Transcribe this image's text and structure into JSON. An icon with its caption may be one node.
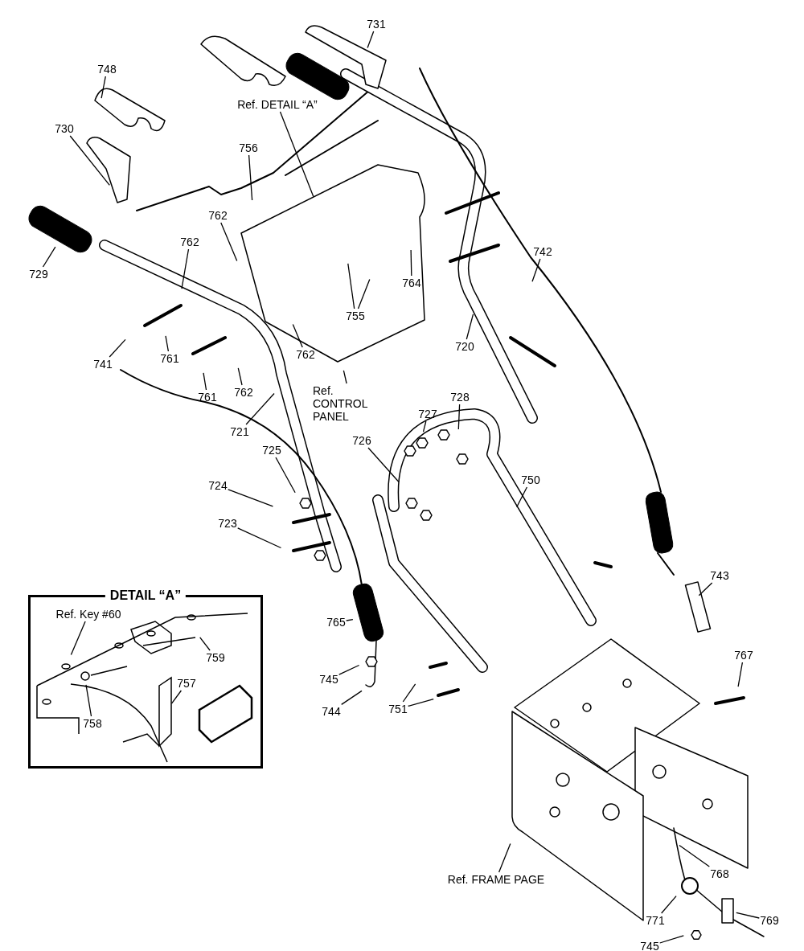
{
  "diagram": {
    "nodes": [
      {
        "text": [
          "731"
        ]
      },
      {
        "text": [
          "748"
        ]
      },
      {
        "text": [
          "Ref. DETAIL “A”"
        ]
      },
      {
        "text": [
          "730"
        ]
      },
      {
        "text": [
          "756"
        ]
      },
      {
        "text": [
          "762"
        ]
      },
      {
        "text": [
          "762"
        ]
      },
      {
        "text": [
          "729"
        ]
      },
      {
        "text": [
          "755"
        ]
      },
      {
        "text": [
          "764"
        ]
      },
      {
        "text": [
          "742"
        ]
      },
      {
        "text": [
          "720"
        ]
      },
      {
        "text": [
          "741"
        ]
      },
      {
        "text": [
          "761"
        ]
      },
      {
        "text": [
          "762"
        ]
      },
      {
        "text": [
          "761"
        ]
      },
      {
        "text": [
          "762"
        ]
      },
      {
        "text": [
          "Ref. CONTROL PANEL"
        ]
      },
      {
        "text": [
          "721"
        ]
      },
      {
        "text": [
          "728"
        ]
      },
      {
        "text": [
          "727"
        ]
      },
      {
        "text": [
          "726"
        ]
      },
      {
        "text": [
          "725"
        ]
      },
      {
        "text": [
          "750"
        ]
      },
      {
        "text": [
          "724"
        ]
      },
      {
        "text": [
          "723"
        ]
      },
      {
        "text": [
          "743"
        ]
      },
      {
        "text": [
          "DETAIL “A”"
        ]
      },
      {
        "text": [
          "Ref. Key #60"
        ],
        "in": 27
      },
      {
        "text": [
          "759"
        ],
        "in": 27
      },
      {
        "text": [
          "757"
        ],
        "in": 27
      },
      {
        "text": [
          "758"
        ],
        "in": 27
      },
      {
        "text": [
          "765"
        ]
      },
      {
        "text": [
          "745"
        ]
      },
      {
        "text": [
          "767"
        ]
      },
      {
        "text": [
          "744"
        ]
      },
      {
        "text": [
          "751"
        ]
      },
      {
        "text": [
          "Ref. FRAME PAGE"
        ]
      },
      {
        "text": [
          "768"
        ]
      },
      {
        "text": [
          "771"
        ]
      },
      {
        "text": [
          "769"
        ]
      },
      {
        "text": [
          "745"
        ]
      }
    ],
    "edges": [
      {
        "from": 0,
        "to": null,
        "arrow": "none"
      },
      {
        "from": 1,
        "to": null,
        "arrow": "none"
      },
      {
        "from": 2,
        "to": null,
        "arrow": "none"
      },
      {
        "from": 3,
        "to": null,
        "arrow": "none"
      },
      {
        "from": 4,
        "to": null,
        "arrow": "none"
      },
      {
        "from": 5,
        "to": null,
        "arrow": "none"
      },
      {
        "from": 6,
        "to": null,
        "arrow": "none"
      },
      {
        "from": 7,
        "to": null,
        "arrow": "none"
      },
      {
        "from": 8,
        "to": null,
        "arrow": "none"
      },
      {
        "from": 8,
        "to": null,
        "arrow": "none"
      },
      {
        "from": 9,
        "to": null,
        "arrow": "none"
      },
      {
        "from": 10,
        "to": null,
        "arrow": "none"
      },
      {
        "from": 11,
        "to": null,
        "arrow": "none"
      },
      {
        "from": 12,
        "to": null,
        "arrow": "none"
      },
      {
        "from": 13,
        "to": null,
        "arrow": "none"
      },
      {
        "from": 14,
        "to": null,
        "arrow": "none"
      },
      {
        "from": 15,
        "to": null,
        "arrow": "none"
      },
      {
        "from": 16,
        "to": null,
        "arrow": "none"
      },
      {
        "from": 17,
        "to": null,
        "arrow": "none"
      },
      {
        "from": 18,
        "to": null,
        "arrow": "none"
      },
      {
        "from": 19,
        "to": null,
        "arrow": "none"
      },
      {
        "from": 20,
        "to": null,
        "arrow": "none"
      },
      {
        "from": 21,
        "to": null,
        "arrow": "none"
      },
      {
        "from": 22,
        "to": null,
        "arrow": "none"
      },
      {
        "from": 23,
        "to": null,
        "arrow": "none"
      },
      {
        "from": 24,
        "to": null,
        "arrow": "none"
      },
      {
        "from": 25,
        "to": null,
        "arrow": "none"
      },
      {
        "from": 26,
        "to": null,
        "arrow": "none"
      },
      {
        "from": 28,
        "to": null,
        "arrow": "none"
      },
      {
        "from": 29,
        "to": null,
        "arrow": "none"
      },
      {
        "from": 30,
        "to": null,
        "arrow": "none"
      },
      {
        "from": 31,
        "to": null,
        "arrow": "none"
      },
      {
        "from": 32,
        "to": null,
        "arrow": "none"
      },
      {
        "from": 33,
        "to": null,
        "arrow": "none"
      },
      {
        "from": 34,
        "to": null,
        "arrow": "none"
      },
      {
        "from": 35,
        "to": null,
        "arrow": "none"
      },
      {
        "from": 36,
        "to": null,
        "arrow": "none"
      },
      {
        "from": 36,
        "to": null,
        "arrow": "none"
      },
      {
        "from": 37,
        "to": null,
        "arrow": "none"
      },
      {
        "from": 38,
        "to": null,
        "arrow": "none"
      },
      {
        "from": 39,
        "to": null,
        "arrow": "none"
      },
      {
        "from": 40,
        "to": null,
        "arrow": "none"
      },
      {
        "from": 41,
        "to": null,
        "arrow": "none"
      }
    ]
  }
}
